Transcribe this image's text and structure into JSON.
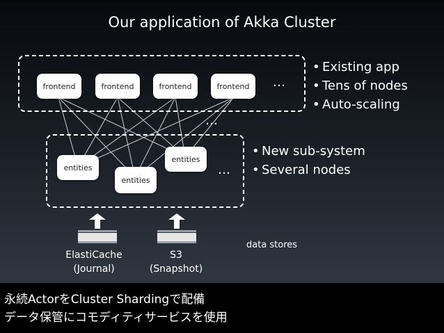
{
  "title": "Our application of Akka Cluster",
  "frontend_nodes": [
    "frontend",
    "frontend",
    "frontend",
    "frontend"
  ],
  "frontend_more": "…",
  "between_more": "…",
  "entities_nodes": [
    "entities",
    "entities",
    "entities"
  ],
  "entities_more": "…",
  "frontend_bullets": [
    "Existing app",
    "Tens of nodes",
    "Auto-scaling"
  ],
  "entities_bullets": [
    "New sub-system",
    "Several nodes"
  ],
  "bullet_char": "•",
  "stores": [
    {
      "name": "ElastiCache",
      "detail": "(Journal)"
    },
    {
      "name": "S3",
      "detail": "(Snapshot)"
    }
  ],
  "stores_note": "data stores",
  "caption": [
    "永続ActorをCluster Shardingで配備",
    "データ保管にコモディティサービスを使用"
  ],
  "colors": {
    "node_fill": "#ffffff",
    "line": "#cfcfcf",
    "caption_bg": "#000000"
  }
}
